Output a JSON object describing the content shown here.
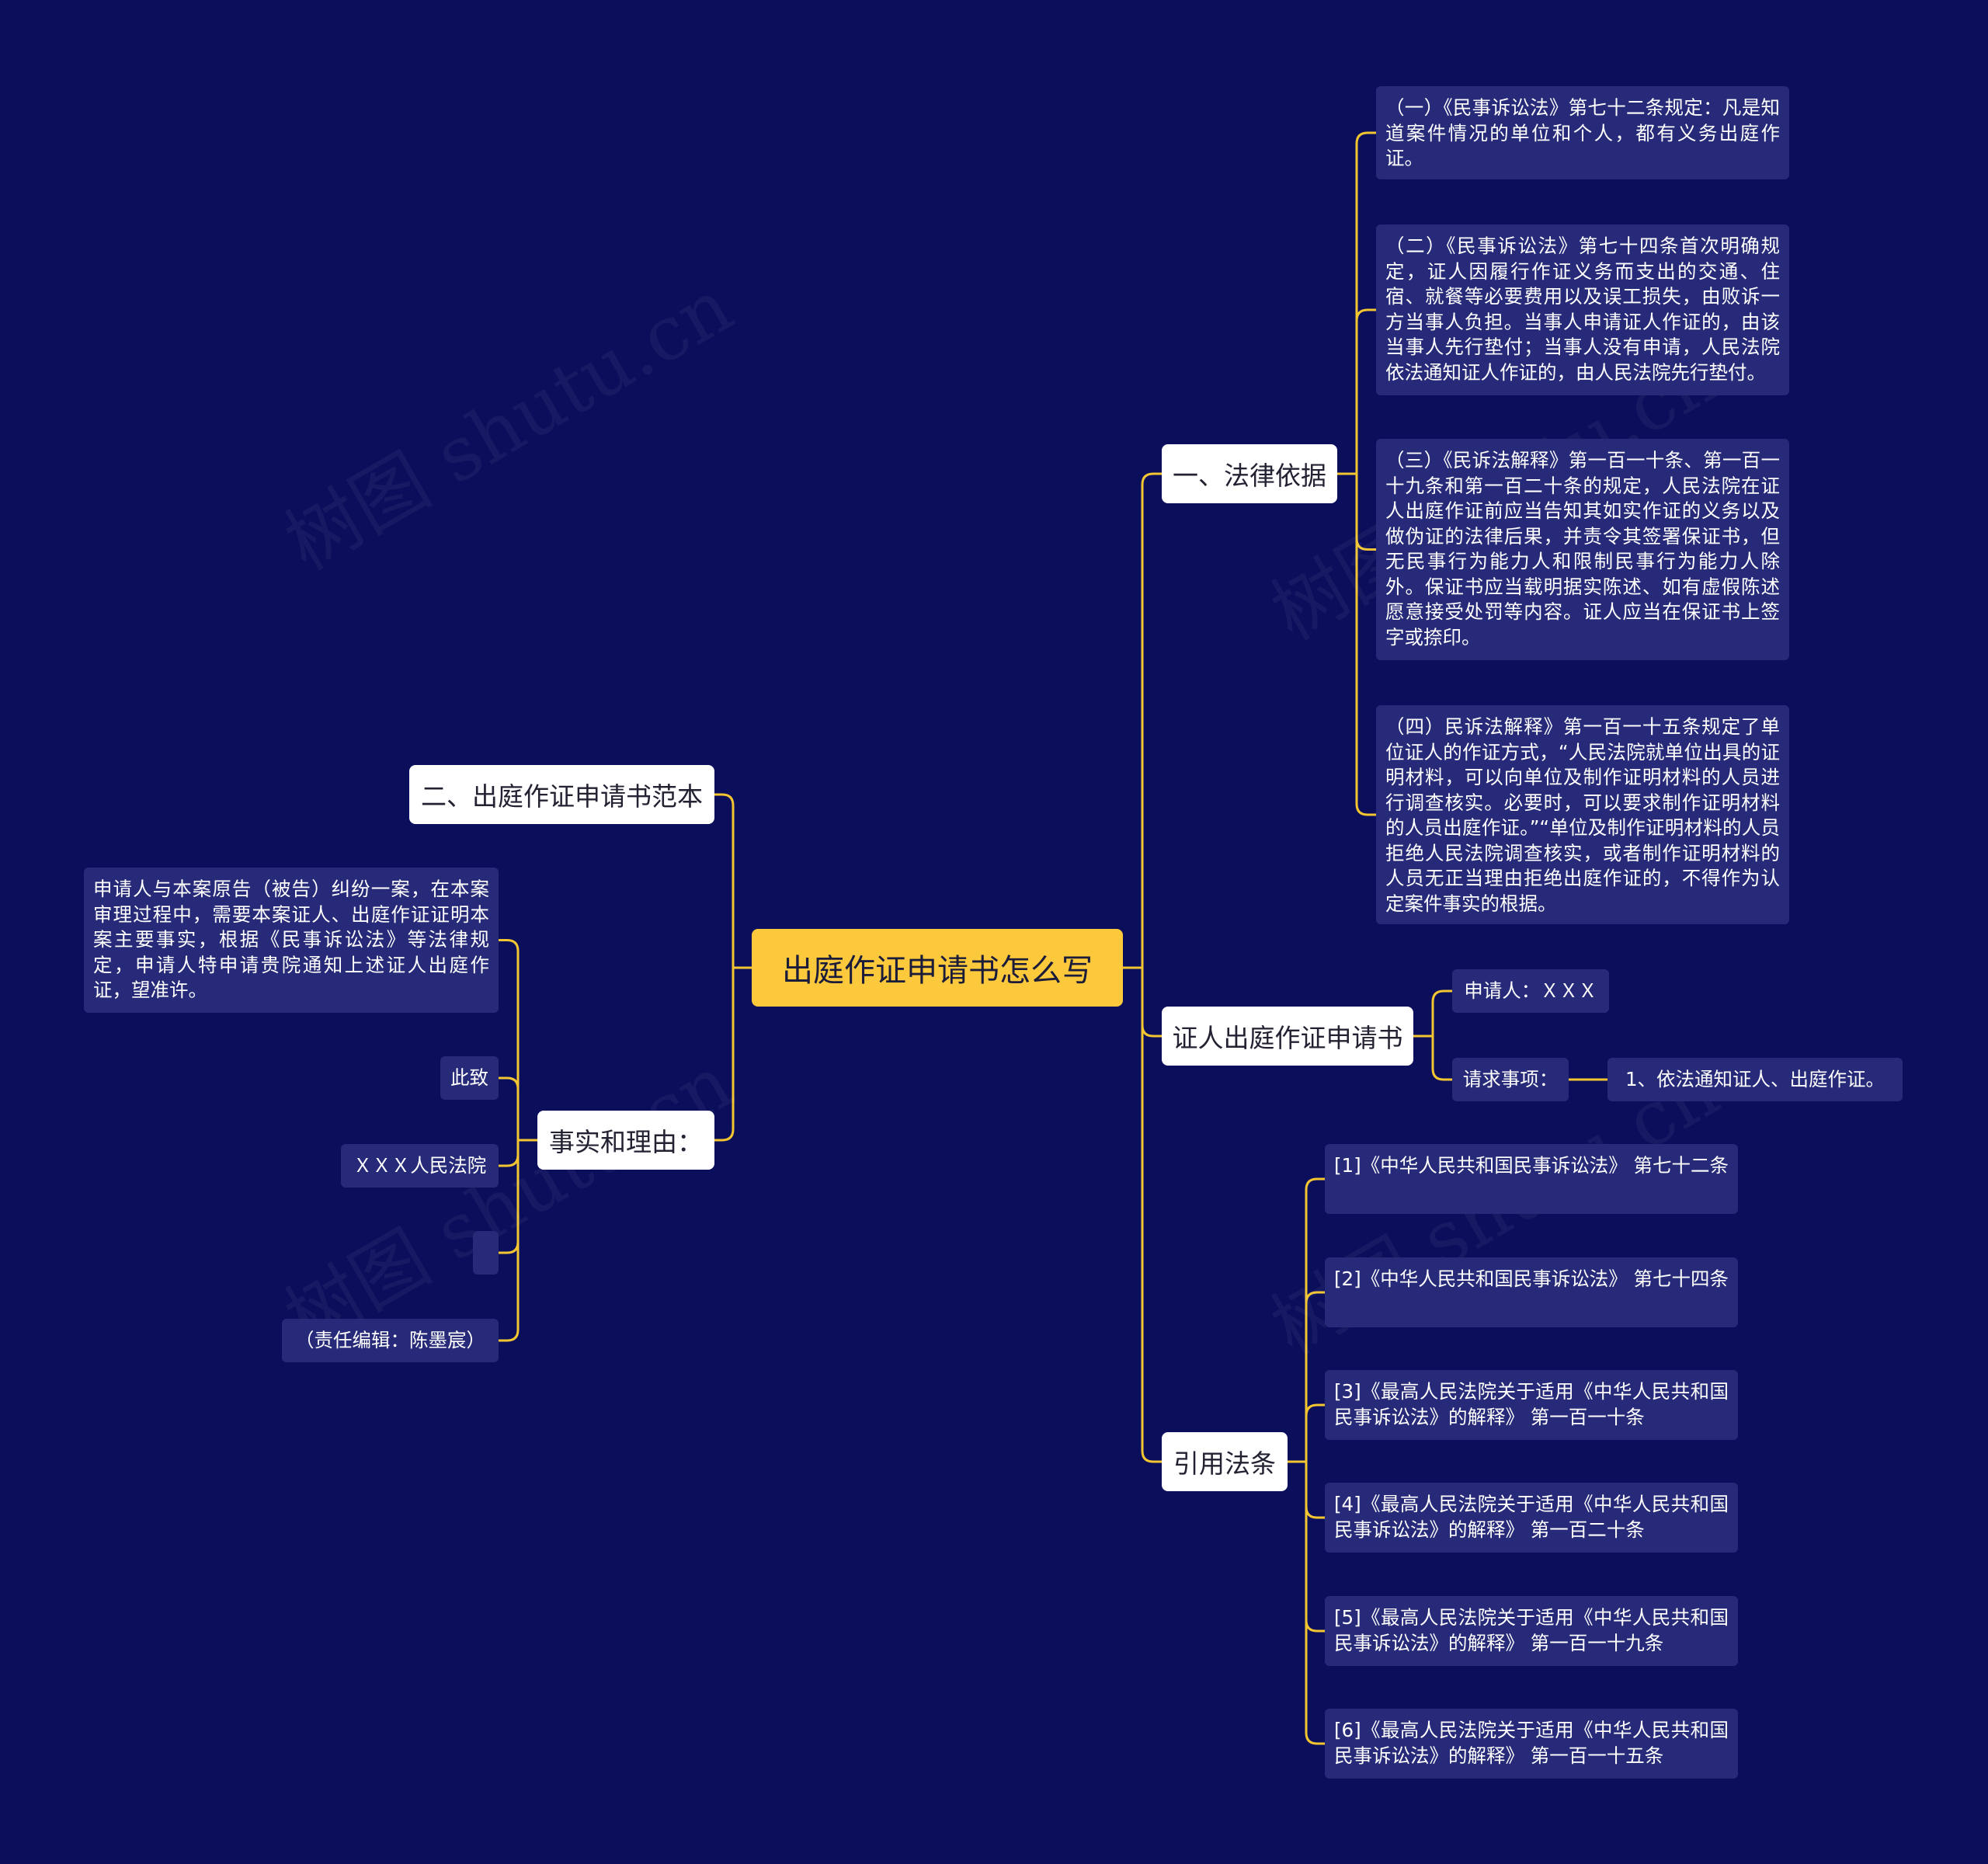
{
  "colors": {
    "background": "#0b0e5b",
    "center_fill": "#fbc93b",
    "topic_fill": "#ffffff",
    "leaf_fill": "#262a78",
    "connector": "#f2c531"
  },
  "watermark": "树图 shutu.cn",
  "center": {
    "label": "出庭作证申请书怎么写"
  },
  "branches": {
    "legal_basis": {
      "label": "一、法律依据",
      "items": [
        "（一）《民事诉讼法》第七十二条规定：凡是知道案件情况的单位和个人，都有义务出庭作证。",
        "（二）《民事诉讼法》第七十四条首次明确规定，证人因履行作证义务而支出的交通、住宿、就餐等必要费用以及误工损失，由败诉一方当事人负担。当事人申请证人作证的，由该当事人先行垫付；当事人没有申请，人民法院依法通知证人作证的，由人民法院先行垫付。",
        "（三）《民诉法解释》第一百一十条、第一百一十九条和第一百二十条的规定，人民法院在证人出庭作证前应当告知其如实作证的义务以及做伪证的法律后果，并责令其签署保证书，但无民事行为能力人和限制民事行为能力人除外。保证书应当载明据实陈述、如有虚假陈述愿意接受处罚等内容。证人应当在保证书上签字或捺印。",
        "（四）民诉法解释》第一百一十五条规定了单位证人的作证方式，“人民法院就单位出具的证明材料，可以向单位及制作证明材料的人员进行调查核实。必要时，可以要求制作证明材料的人员出庭作证。”“单位及制作证明材料的人员拒绝人民法院调查核实，或者制作证明材料的人员无正当理由拒绝出庭作证的，不得作为认定案件事实的根据。"
      ]
    },
    "application": {
      "label": "证人出庭作证申请书",
      "applicant": "申请人：ＸＸＸ",
      "request_label": "请求事项：",
      "request_item": "1、依法通知证人、出庭作证。"
    },
    "citations": {
      "label": "引用法条",
      "items": [
        "[1]《中华人民共和国民事诉讼法》 第七十二条",
        "[2]《中华人民共和国民事诉讼法》 第七十四条",
        "[3]《最高人民法院关于适用《中华人民共和国民事诉讼法》的解释》 第一百一十条",
        "[4]《最高人民法院关于适用《中华人民共和国民事诉讼法》的解释》 第一百二十条",
        "[5]《最高人民法院关于适用《中华人民共和国民事诉讼法》的解释》 第一百一十九条",
        "[6]《最高人民法院关于适用《中华人民共和国民事诉讼法》的解释》 第一百一十五条"
      ]
    },
    "template": {
      "label": "二、出庭作证申请书范本"
    },
    "facts": {
      "label": "事实和理由：",
      "body": "申请人与本案原告（被告）纠纷一案，在本案审理过程中，需要本案证人、出庭作证证明本案主要事实，根据《民事诉讼法》等法律规定，申请人特申请贵院通知上述证人出庭作证，望准许。",
      "closing": "此致",
      "court": "ＸＸＸ人民法院",
      "blank": "",
      "editor": "（责任编辑：陈墨宸）"
    }
  }
}
